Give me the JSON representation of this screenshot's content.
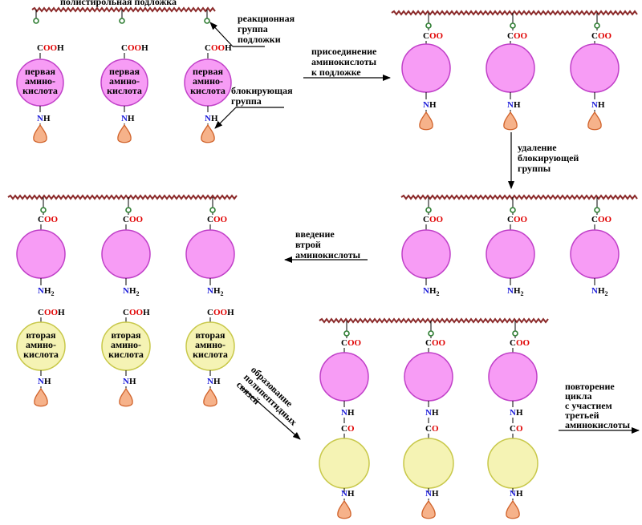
{
  "title": "полистирольная подложка",
  "colors": {
    "support": "#8b2a2a",
    "anchor": "#2e7d32",
    "residue1": "#f79cf5",
    "residue1_stroke": "#c040c8",
    "residue2": "#f5f3b4",
    "residue2_stroke": "#c8c84a",
    "blocking": "#f6b28a",
    "blocking_stroke": "#d0622a",
    "red": "#e00000",
    "blue": "#1a1ad8",
    "arrow": "#000000"
  },
  "labels": {
    "reactive_group": [
      "реакционная",
      "группа",
      "подложки"
    ],
    "blocking_group": [
      "блокирующая",
      "группа"
    ],
    "attach": [
      "присоединение",
      "аминокислоты",
      "к подложке"
    ],
    "deblock": [
      "удаление",
      "блокирующей",
      "группы"
    ],
    "second_intro": [
      "введение",
      "втрой",
      "аминокислоты"
    ],
    "peptide_bond": [
      "образование",
      "полипептидных",
      "связей"
    ],
    "repeat": [
      "повторение",
      "цикла",
      "с участием",
      "третьей",
      "аминокислоты"
    ]
  },
  "residues": {
    "first": [
      "первая",
      "амино-",
      "кислота"
    ],
    "second": [
      "вторая",
      "амино-",
      "кислота"
    ]
  },
  "chem": {
    "cooh_c": "C",
    "cooh_oo": "OO",
    "cooh_h": "H",
    "coo_c": "C",
    "coo_oo": "OO",
    "nh_n": "N",
    "nh_h": "H",
    "nh2_n": "N",
    "nh2_h": "H",
    "nh2_sub": "2",
    "co_c": "C",
    "co_o": "O"
  }
}
